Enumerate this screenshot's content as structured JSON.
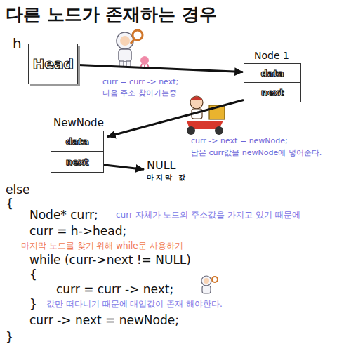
{
  "diagram": {
    "title": "다른 노드가 존재하는 경우",
    "nodes": [
      {
        "text": [
          "Head"
        ]
      },
      {
        "text": [
          "Node 1"
        ]
      },
      {
        "text": [
          "data"
        ],
        "in": 1
      },
      {
        "text": [
          "next"
        ],
        "in": 1
      },
      {
        "text": [
          "NewNode"
        ]
      },
      {
        "text": [
          "data"
        ],
        "in": 4
      },
      {
        "text": [
          "next"
        ],
        "in": 4
      },
      {
        "text": [
          "NULL",
          "마지막 값"
        ]
      }
    ],
    "edges": [
      {
        "from": 0,
        "to": 2,
        "arrow": "to"
      },
      {
        "from": 3,
        "to": 4,
        "arrow": "to"
      },
      {
        "from": 6,
        "to": 7,
        "arrow": "to"
      }
    ],
    "labels": [
      "h",
      "curr = curr -> next;",
      "다음 주소 찾아가는중",
      "curr -> next = newNode;",
      "남은 curr값을 newNode에 넣어준다.",
      "else",
      "{",
      "Node* curr;",
      "curr 자체가 노드의 주소값을 가지고 있기 때문에",
      "curr = h->head;",
      "마지막 노드를 찾기 위해 while문 사용하기",
      "while (curr->next != NULL)",
      "{",
      "curr = curr -> next;",
      "}",
      "값만 떠다니기 때문에 대입값이 존재 해야한다.",
      "curr -> next = newNode;",
      "}"
    ]
  }
}
